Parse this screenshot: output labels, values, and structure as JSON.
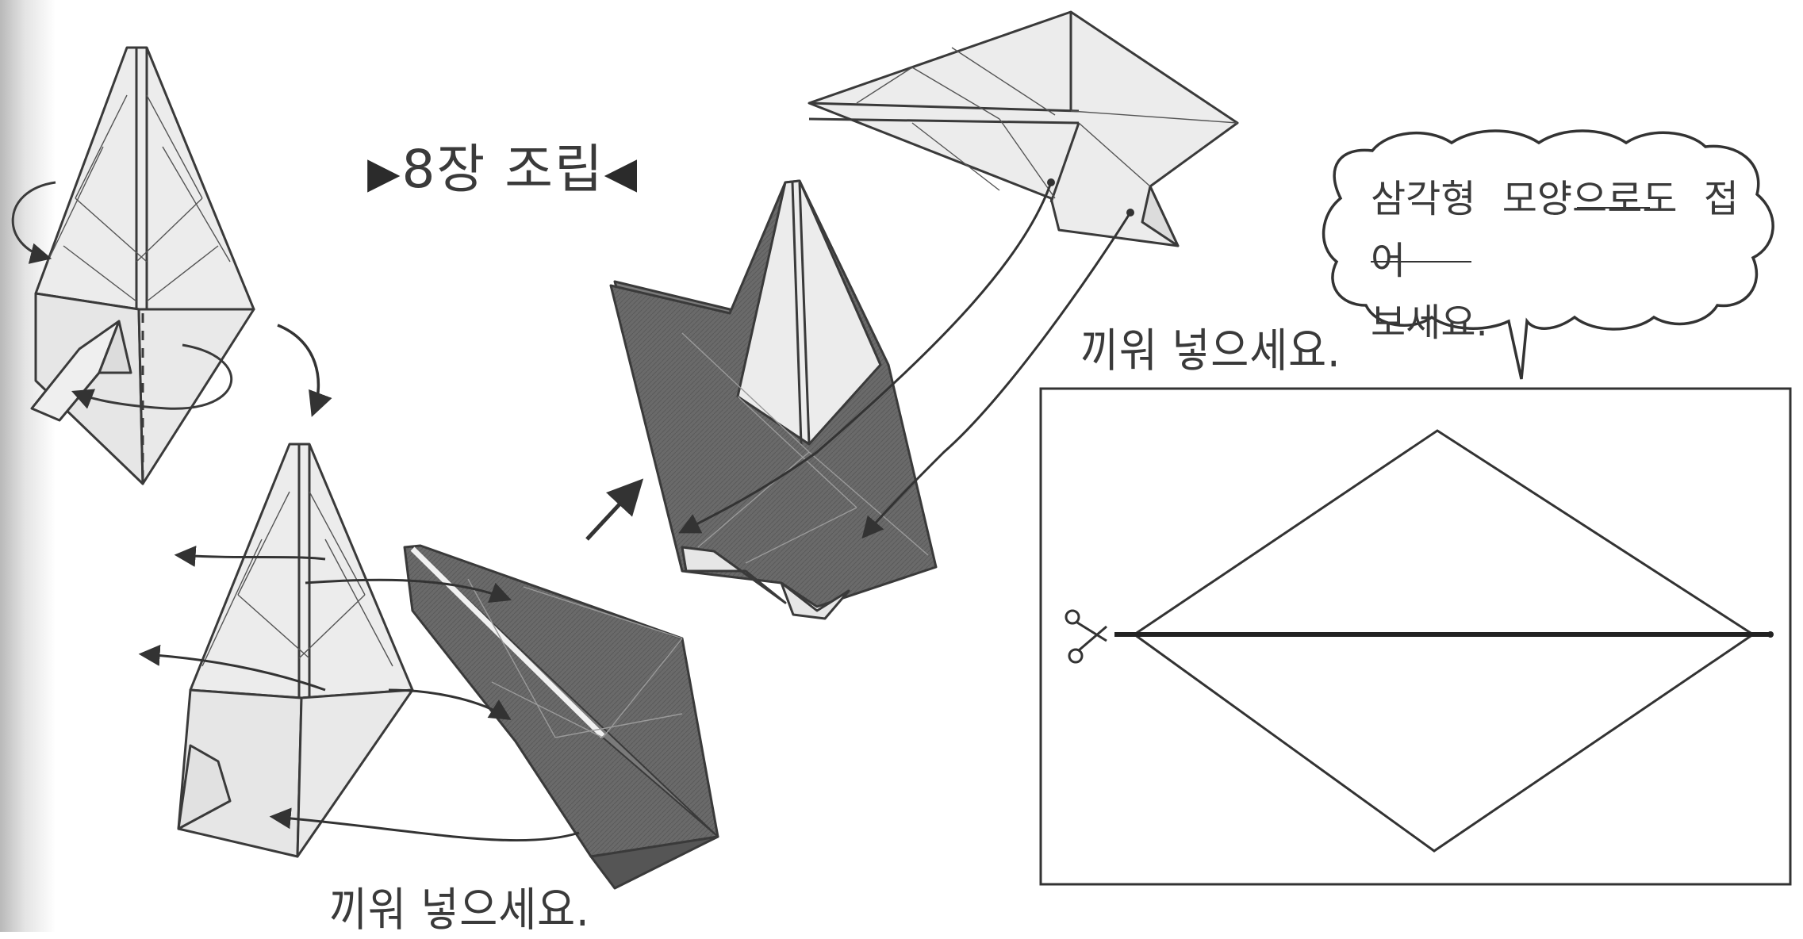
{
  "title": "8장 조립",
  "title_markers": {
    "left": "▶",
    "right": "◀"
  },
  "captions": {
    "insert_bottom": "끼워 넣으세요.",
    "insert_right": "끼워 넣으세요."
  },
  "speech_bubble": {
    "line1": "삼각형 모양으로도 접어",
    "line2": "보세요."
  },
  "icons": {
    "scissors": "scissors-icon",
    "arrows": "curved-arrow-icon"
  },
  "colors": {
    "line": "#333333",
    "paper_light": "#ececec",
    "paper_dark": "#6f6f6f",
    "paper_darker": "#585858"
  }
}
